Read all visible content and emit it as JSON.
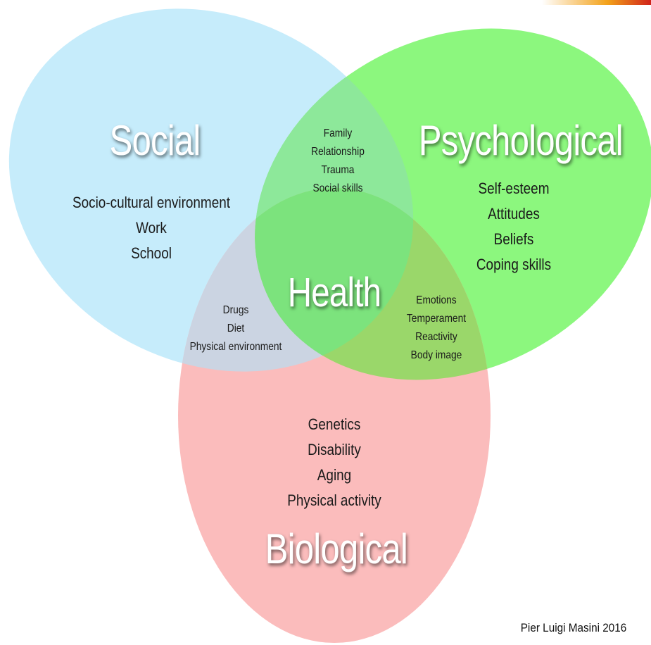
{
  "colors": {
    "social": "#c6ecfb",
    "psychological": "#8cf77e",
    "biological": "#fbbcbc",
    "social_biological": "#cbd4e2",
    "social_psychological": "#8de89a",
    "psychological_biological": "#9ad76a",
    "center": "#7ce37d",
    "corner_accent": "#f3a21a"
  },
  "social": {
    "title": "Social",
    "items": [
      "Socio-cultural environment",
      "Work",
      "School"
    ]
  },
  "psychological": {
    "title": "Psychological",
    "items": [
      "Self-esteem",
      "Attitudes",
      "Beliefs",
      "Coping skills"
    ]
  },
  "biological": {
    "title": "Biological",
    "items": [
      "Genetics",
      "Disability",
      "Aging",
      "Physical activity"
    ]
  },
  "social_psychological": {
    "items": [
      "Family",
      "Relationship",
      "Trauma",
      "Social skills"
    ]
  },
  "social_biological": {
    "items": [
      "Drugs",
      "Diet",
      "Physical environment"
    ]
  },
  "psychological_biological": {
    "items": [
      "Emotions",
      "Temperament",
      "Reactivity",
      "Body image"
    ]
  },
  "center": {
    "title": "Health"
  },
  "credit": "Pier Luigi Masini 2016"
}
